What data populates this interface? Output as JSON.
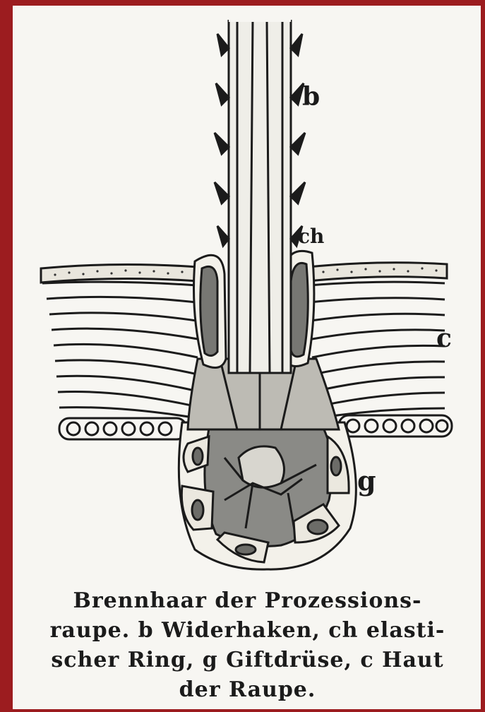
{
  "figure": {
    "labels": {
      "b": "b",
      "ch": "ch",
      "c": "c",
      "g": "g"
    }
  },
  "caption": {
    "lines": [
      "Brennhaar der Prozessions-",
      "raupe.  b Widerhaken, ch elasti-",
      "scher Ring, g Giftdrüse, c Haut",
      "der Raupe."
    ]
  },
  "colors": {
    "border": "#9c1c1f",
    "paper": "#f7f6f2",
    "ink": "#1b1b1b"
  }
}
